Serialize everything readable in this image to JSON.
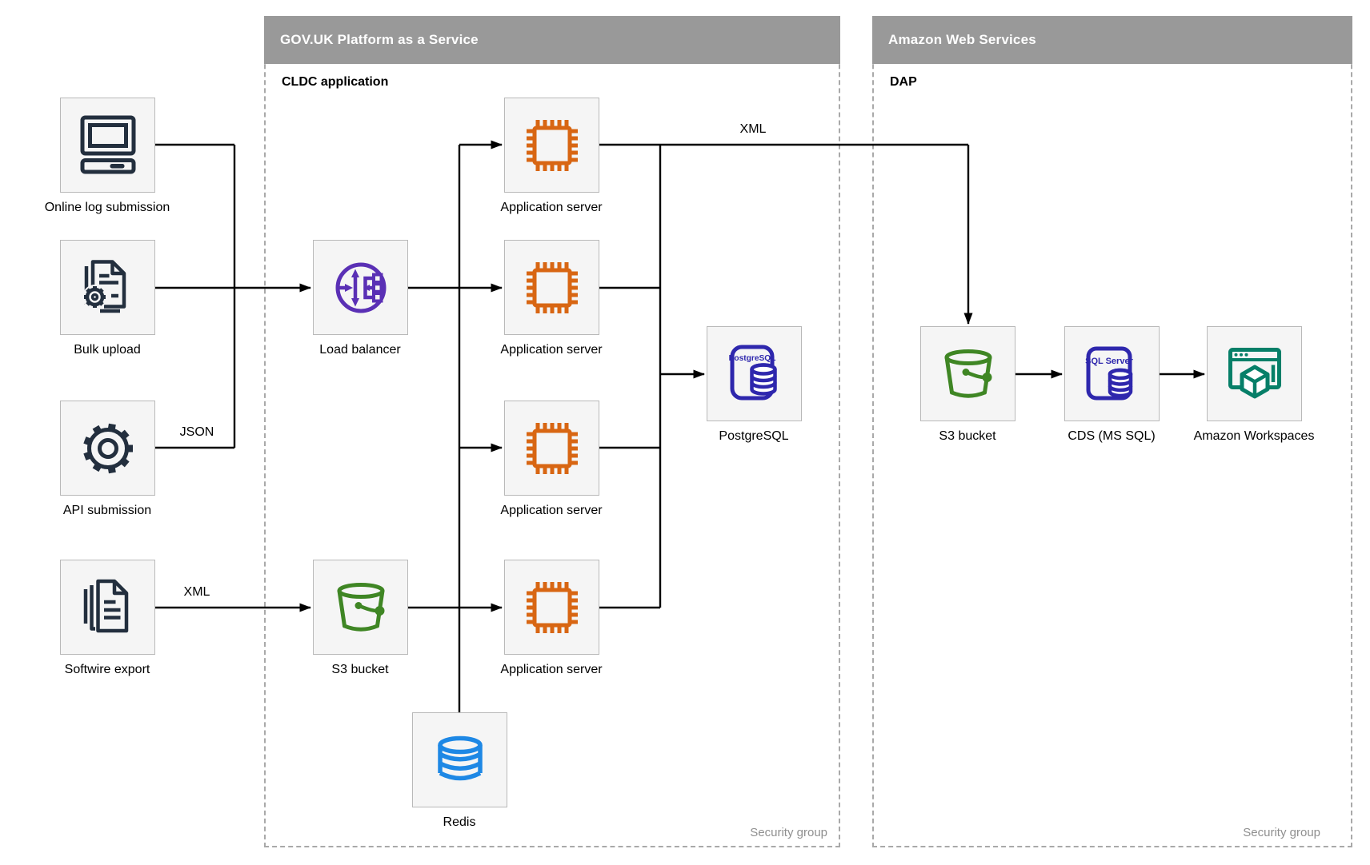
{
  "panels": {
    "govuk": {
      "title": "GOV.UK Platform as a Service",
      "sublabel": "CLDC application",
      "footer": "Security group"
    },
    "aws": {
      "title": "Amazon Web Services",
      "sublabel": "DAP",
      "footer": "Security group"
    }
  },
  "nodes": {
    "online_log": {
      "label": "Online log submission"
    },
    "bulk_upload": {
      "label": "Bulk upload"
    },
    "api_submission": {
      "label": "API submission"
    },
    "softwire_export": {
      "label": "Softwire export"
    },
    "load_balancer": {
      "label": "Load balancer"
    },
    "s3_bucket_paas": {
      "label": "S3 bucket"
    },
    "app_server_1": {
      "label": "Application server"
    },
    "app_server_2": {
      "label": "Application server"
    },
    "app_server_3": {
      "label": "Application server"
    },
    "app_server_4": {
      "label": "Application server"
    },
    "postgresql": {
      "label": "PostgreSQL"
    },
    "redis": {
      "label": "Redis"
    },
    "s3_bucket_aws": {
      "label": "S3 bucket"
    },
    "cds": {
      "label": "CDS (MS SQL)"
    },
    "workspaces": {
      "label": "Amazon Workspaces"
    }
  },
  "edge_labels": {
    "json_api": "JSON",
    "xml_softwire": "XML",
    "xml_to_aws": "XML"
  },
  "icon_text": {
    "postgresql": "PostgreSQL",
    "sql_server": "SQL Server"
  },
  "colors": {
    "header_gray": "#999999",
    "panel_dash": "#a9a9a9",
    "box_fill": "#f5f5f5",
    "box_border": "#b9b9b9",
    "dark_navy": "#232f3e",
    "chip_orange": "#d86613",
    "lb_purple": "#5a30b5",
    "db_blue": "#2e27ad",
    "bucket_green": "#3f8624",
    "redis_blue": "#1e88e5",
    "workspaces_teal": "#067f68",
    "security_gray": "#8f8f8f"
  }
}
